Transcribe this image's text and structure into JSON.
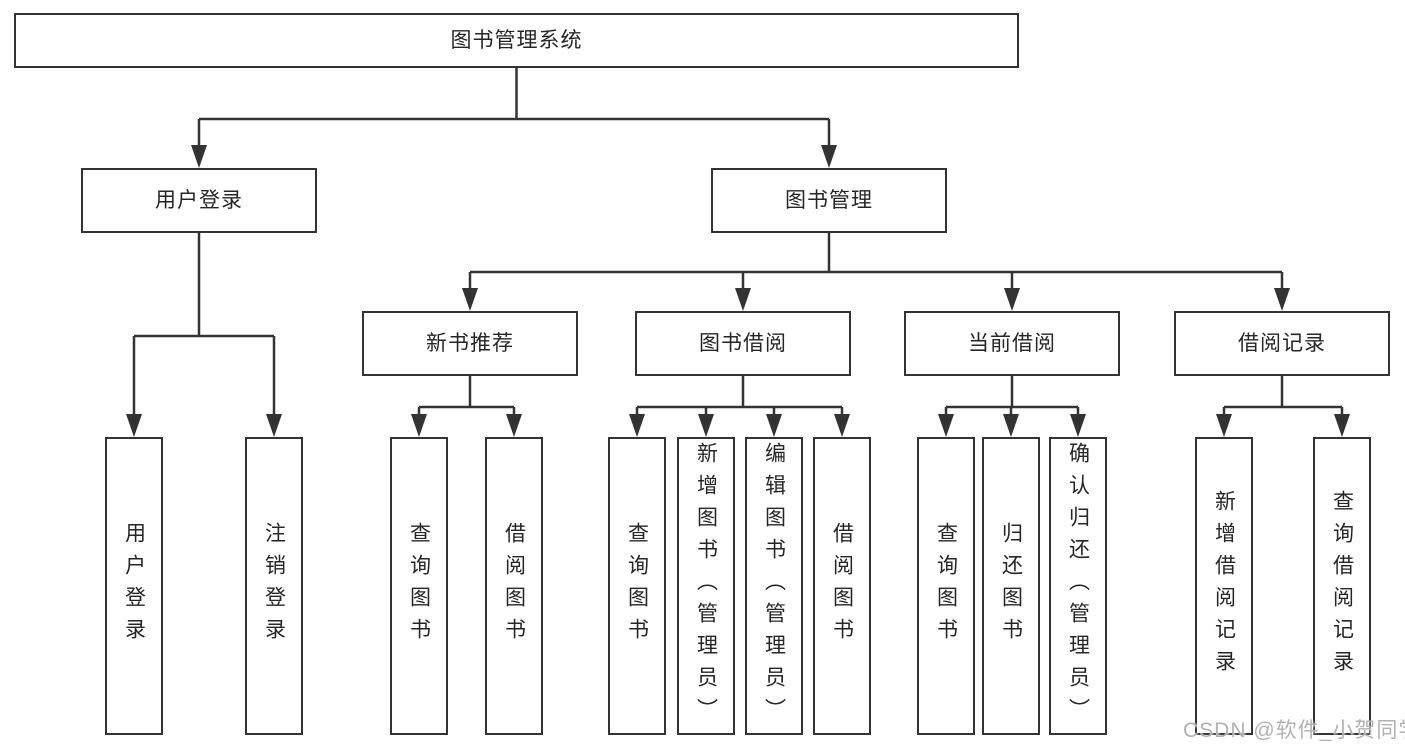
{
  "tree": {
    "label": "图书管理系统",
    "children": [
      {
        "label": "用户登录",
        "children": [
          {
            "label": "用户登录"
          },
          {
            "label": "注销登录"
          }
        ]
      },
      {
        "label": "图书管理",
        "children": [
          {
            "label": "新书推荐",
            "children": [
              {
                "label": "查询图书"
              },
              {
                "label": "借阅图书"
              }
            ]
          },
          {
            "label": "图书借阅",
            "children": [
              {
                "label": "查询图书"
              },
              {
                "label": "新增图书（管理员）"
              },
              {
                "label": "编辑图书（管理员）"
              },
              {
                "label": "借阅图书"
              }
            ]
          },
          {
            "label": "当前借阅",
            "children": [
              {
                "label": "查询图书"
              },
              {
                "label": "归还图书"
              },
              {
                "label": "确认归还（管理员）"
              }
            ]
          },
          {
            "label": "借阅记录",
            "children": [
              {
                "label": "新增借阅记录"
              },
              {
                "label": "查询借阅记录"
              }
            ]
          }
        ]
      }
    ]
  },
  "watermark": "CSDN @软件_小贺同学",
  "colors": {
    "line": "#333333",
    "text": "#262626",
    "background": "#ffffff",
    "watermark": "#b2b2b2"
  }
}
